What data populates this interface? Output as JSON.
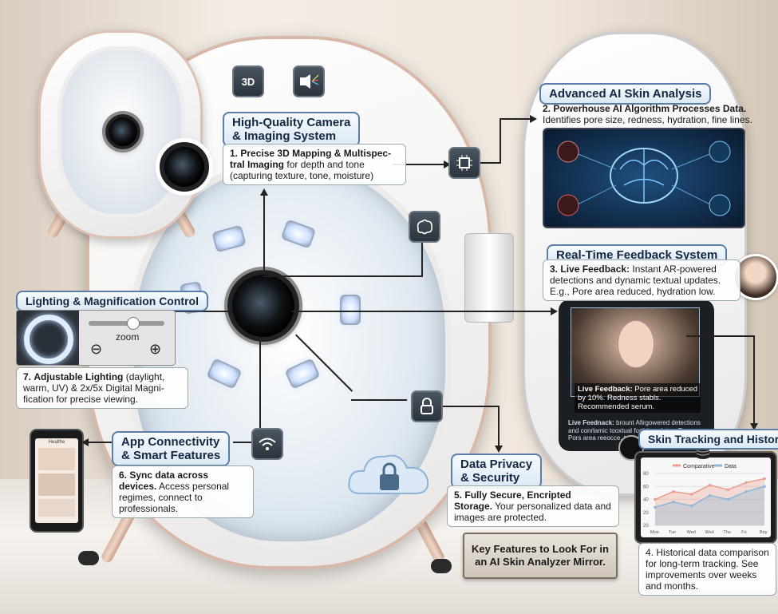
{
  "colors": {
    "accent": "#5a7ea8",
    "line": "#222222",
    "panel_dark": "#2b333b"
  },
  "features": {
    "camera": {
      "title_line1": "High-Quality Camera",
      "title_line2": "& Imaging System",
      "num": "1.",
      "bold": "Precise 3D Mapping & Multispec-tral Imaging",
      "rest": "for depth and tone",
      "sub": "(capturing texture, tone, moisture)",
      "icon_3d": "3D"
    },
    "ai": {
      "title": "Advanced AI Skin Analysis",
      "num": "2.",
      "bold": "Powerhouse AI Algorithm Processes Data.",
      "rest": "Identifies pore size, redness, hydration, fine lines."
    },
    "feedback": {
      "title": "Real-Time Feedback System",
      "num": "3.",
      "bold": "Live Feedback:",
      "rest": "Instant AR-powered detections and dynamic textual updates.",
      "sub": "E.g., Pore area reduced, hydration low."
    },
    "lighting": {
      "title": "Lighting & Magnification Control",
      "zoom_label": "zoom",
      "num": "7.",
      "bold": "Adjustable Lighting",
      "rest": "(daylight, warm, UV) & 2x/5x Digital Magni-fication for precise viewing."
    },
    "app": {
      "title_line1": "App Connectivity",
      "title_line2": "& Smart Features",
      "num": "6.",
      "bold": "Sync data across devices.",
      "rest": "Access personal regimes, connect to professionals."
    },
    "privacy": {
      "title_line1": "Data Privacy",
      "title_line2": "& Security",
      "num": "5.",
      "bold": "Fully Secure, Encripted Storage.",
      "rest": "Your personalized data and images are protected."
    },
    "tracking": {
      "title": "Skin Tracking and History",
      "num": "4.",
      "rest": "Historical data comparison for long-term tracking. See improvements over weeks and months."
    }
  },
  "screen": {
    "live_bold": "Live Feedback:",
    "live_text": "Pore area reduced by 10%. Redness stabls. Recommended serum.",
    "live2_bold": "Live Feednack:",
    "live2_text": "brount Afirgowered detections and conrlamic tooxtual forthit-updates. E.g., Pors area reeocce, tystlenon."
  },
  "phone": {
    "app_name": "Healthe"
  },
  "chart_data": {
    "type": "line",
    "legend": [
      "Comparative",
      "Data"
    ],
    "x": [
      "Mon",
      "Tue",
      "Wed",
      "Wed",
      "Thu",
      "Fri",
      "Bny"
    ],
    "yticks": [
      "80",
      "60",
      "40",
      "20",
      "20"
    ],
    "series": [
      {
        "name": "Comparative",
        "values": [
          40,
          52,
          48,
          62,
          55,
          66,
          72
        ]
      },
      {
        "name": "Data",
        "values": [
          28,
          36,
          30,
          46,
          40,
          52,
          60
        ]
      }
    ]
  },
  "key_caption": "Key Features to Look For in an AI Skin Analyzer Mirror."
}
